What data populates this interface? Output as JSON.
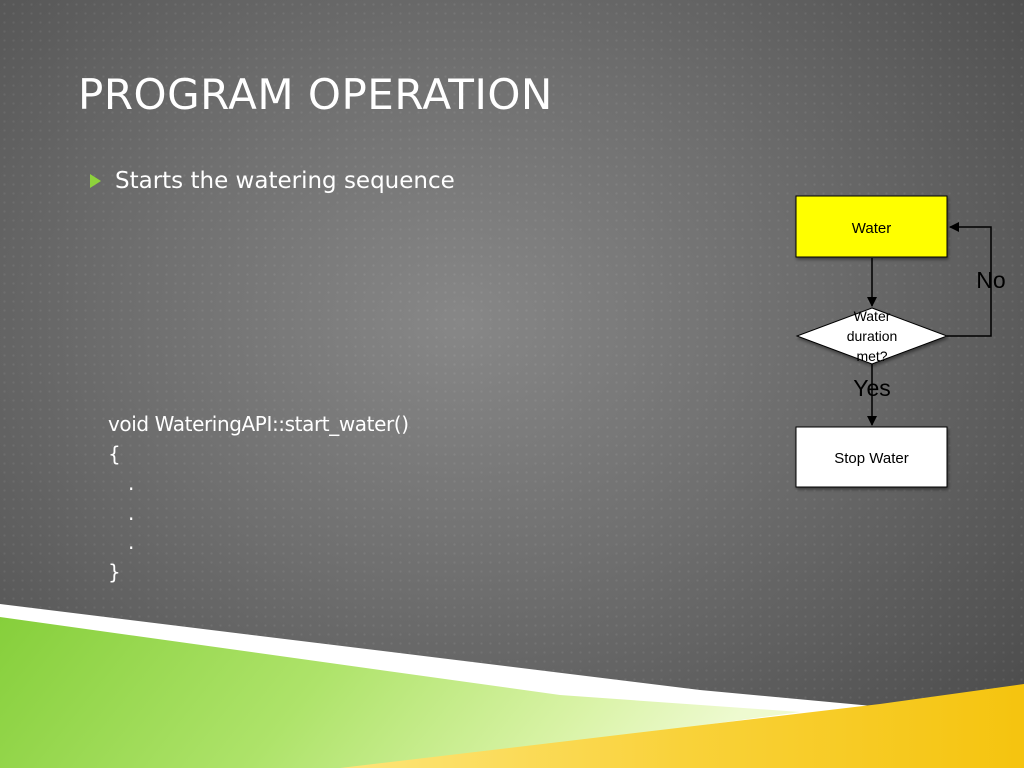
{
  "slide": {
    "title": "PROGRAM OPERATION",
    "bullets": [
      "Starts the watering sequence"
    ],
    "code_lines": [
      "void WateringAPI::start_water()",
      "{",
      ".",
      ".",
      ".",
      "}"
    ]
  },
  "flowchart": {
    "nodes": {
      "water": "Water",
      "decision_line1": "Water",
      "decision_line2": "duration",
      "decision_line3": "met?",
      "stop": "Stop Water"
    },
    "edges": {
      "no_label": "No",
      "yes_label": "Yes"
    }
  },
  "colors": {
    "accent_green": "#8ed23c",
    "accent_yellow": "#f7c614",
    "water_box": "#ffff00"
  },
  "icons": {
    "bullet": "triangle-right-icon"
  }
}
